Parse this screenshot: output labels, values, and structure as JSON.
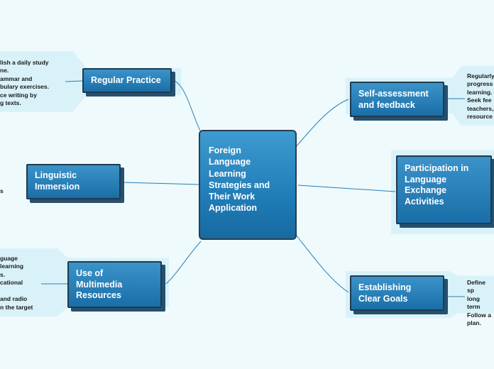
{
  "central": {
    "label": "Foreign\nLanguage\nLearning\nStrategies and\nTheir Work\nApplication"
  },
  "topics": {
    "regular_practice": {
      "label": "Regular Practice",
      "note": "lish a daily study\nne.\nammar and\nbulary exercises.\nce writing by\ng texts."
    },
    "linguistic_immersion": {
      "label": "Linguistic\nImmersion",
      "note": "s"
    },
    "multimedia": {
      "label": "Use of\nMultimedia\nResources",
      "note": "guage learning\ns.\ncational\n\nand radio\nn the target"
    },
    "self_assessment": {
      "label": "Self-assessment\nand feedback",
      "note": "Regularly\nprogress\nlearning.\nSeek fee\nteachers,\nresource"
    },
    "exchange": {
      "label": "Participation in\nLanguage\nExchange\nActivities",
      "note": ""
    },
    "goals": {
      "label": "Establishing\nClear Goals",
      "note": "Define sp\nlong term\nFollow a\nplan."
    }
  },
  "colors": {
    "background": "#eefafc",
    "node": "#1a6ea7",
    "band": "#d9f2f9",
    "link": "#2a7db5"
  }
}
